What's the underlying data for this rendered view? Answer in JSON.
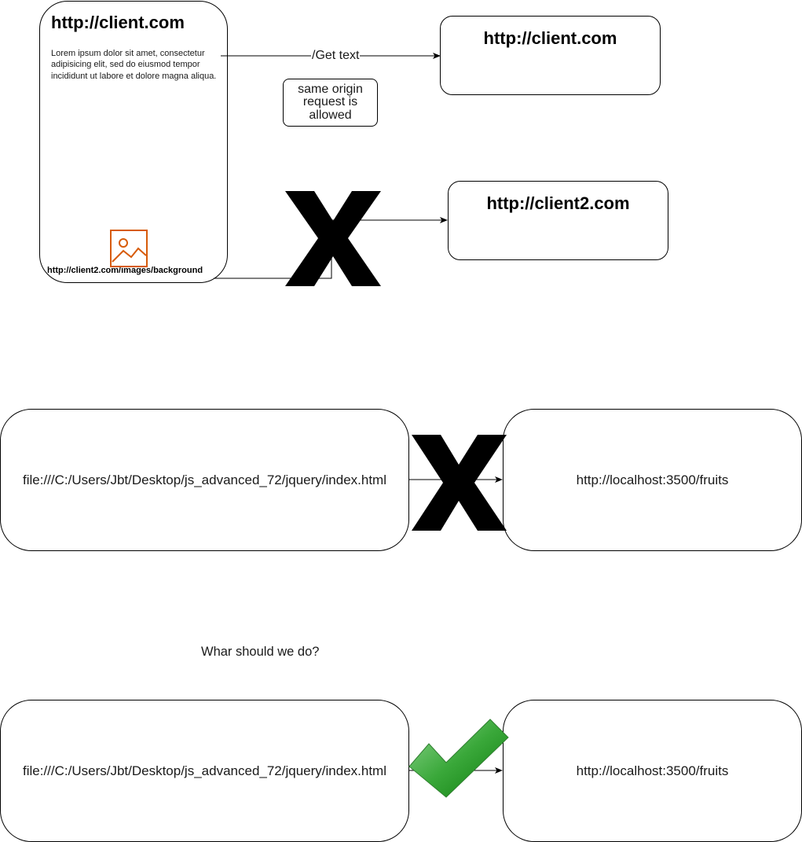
{
  "client_page": {
    "title": "http://client.com",
    "body": "Lorem ipsum dolor sit amet, consectetur adipisicing elit, sed do eiusmod tempor incididunt ut labore et dolore magna aliqua.",
    "image_url": "http://client2.com/images/background",
    "image_icon": "image-icon",
    "image_icon_color": "#d75b0a"
  },
  "server_same_origin": {
    "title": "http://client.com"
  },
  "server_other_origin": {
    "title": "http://client2.com"
  },
  "request_arrow": {
    "label": "/Get text"
  },
  "note": {
    "text": "same origin request is allowed"
  },
  "blocked_example": {
    "source": "file:///C:/Users/Jbt/Desktop/js_advanced_72/jquery/index.html",
    "target": "http://localhost:3500/fruits",
    "status_icon": "cross-icon"
  },
  "question": "Whar should we do?",
  "allowed_example": {
    "source": "file:///C:/Users/Jbt/Desktop/js_advanced_72/jquery/index.html",
    "target": "http://localhost:3500/fruits",
    "status_icon": "check-icon",
    "check_color": "#2f9a2f"
  }
}
